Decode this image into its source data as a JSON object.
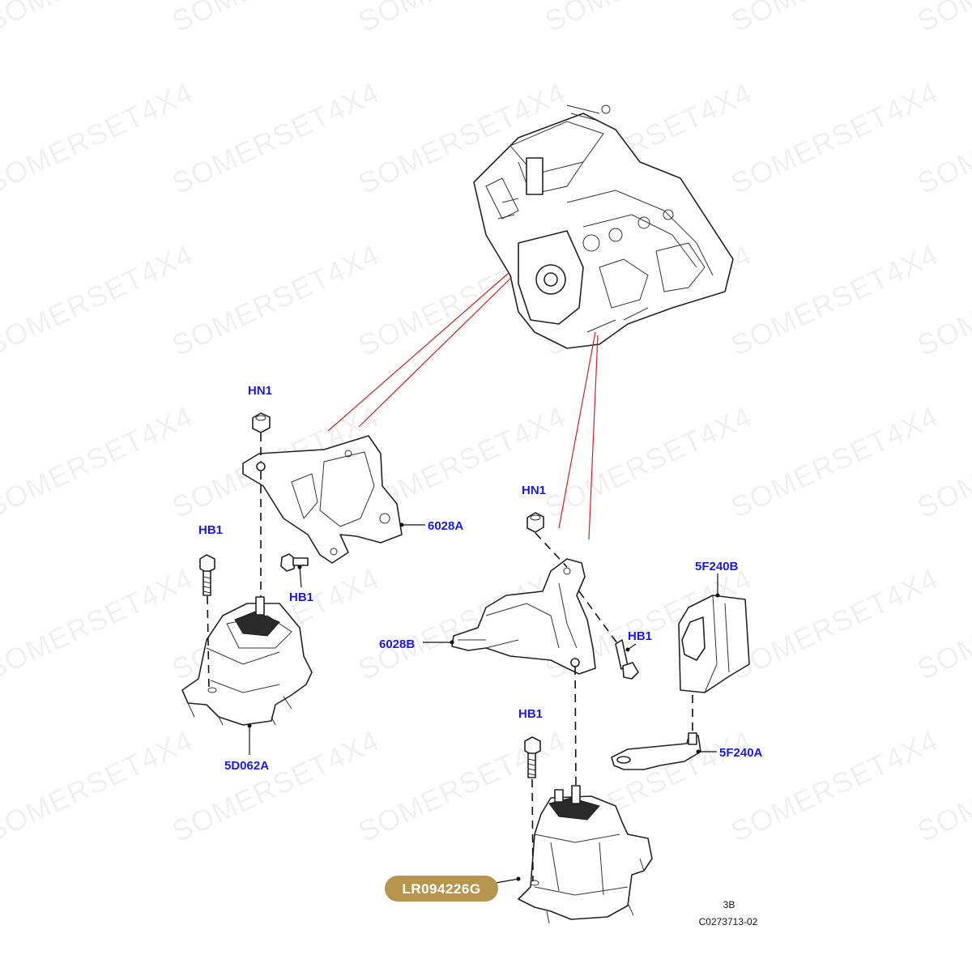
{
  "watermark": {
    "text": "SOMERSET4X4"
  },
  "labels": {
    "hn1_left": "HN1",
    "hb1_left_bolt": "HB1",
    "hb1_left_small": "HB1",
    "bracket_left": "6028A",
    "mount_left": "5D062A",
    "hn1_right": "HN1",
    "bracket_right": "6028B",
    "hb1_right_small": "HB1",
    "hb1_right_bolt": "HB1",
    "heatshield": "5F240B",
    "shield_bracket": "5F240A"
  },
  "part_badge": {
    "text": "LR094226G",
    "color": "#b8954e"
  },
  "reference": {
    "sheet": "3B",
    "code": "C0273713-02"
  },
  "colors": {
    "label": "#1a1ae6",
    "guide_line": "#d62020"
  }
}
